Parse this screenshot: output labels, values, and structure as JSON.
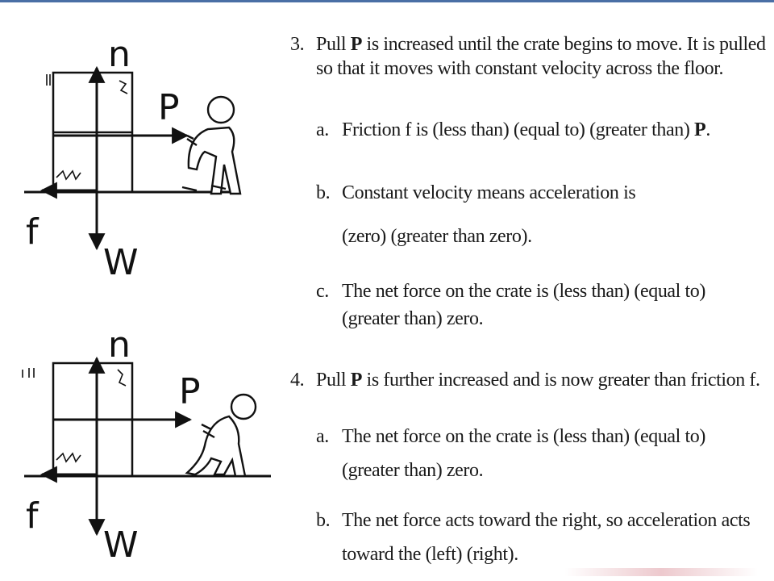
{
  "figures": [
    {
      "n": "n",
      "p": "P",
      "f": "f",
      "w": "W"
    },
    {
      "n": "n",
      "p": "P",
      "f": "f",
      "w": "W"
    }
  ],
  "q3": {
    "number": "3.",
    "pre": "Pull ",
    "bold": "P",
    "post": " is increased until the crate begins to move. It is pulled so that it moves with constant velocity across the floor.",
    "a": {
      "letter": "a.",
      "pre": "Friction f is (less than)  (equal to)  (greater than) ",
      "bold": "P",
      "post": "."
    },
    "b": {
      "letter": "b.",
      "line1": "Constant velocity means acceleration is",
      "line2": "(zero)  (greater than zero)."
    },
    "c": {
      "letter": "c.",
      "line1": "The net force on the crate is (less than)  (equal to)",
      "line2": "(greater than) zero."
    }
  },
  "q4": {
    "number": "4.",
    "pre": "Pull ",
    "bold": "P",
    "post": " is further increased and is now greater than friction f.",
    "a": {
      "letter": "a.",
      "line1": "The net force on the crate is (less than) (equal to)",
      "line2": "(greater than)  zero."
    },
    "b": {
      "letter": "b.",
      "line1": "The net force acts toward the right, so acceleration acts",
      "line2": "toward the (left)  (right)."
    }
  }
}
